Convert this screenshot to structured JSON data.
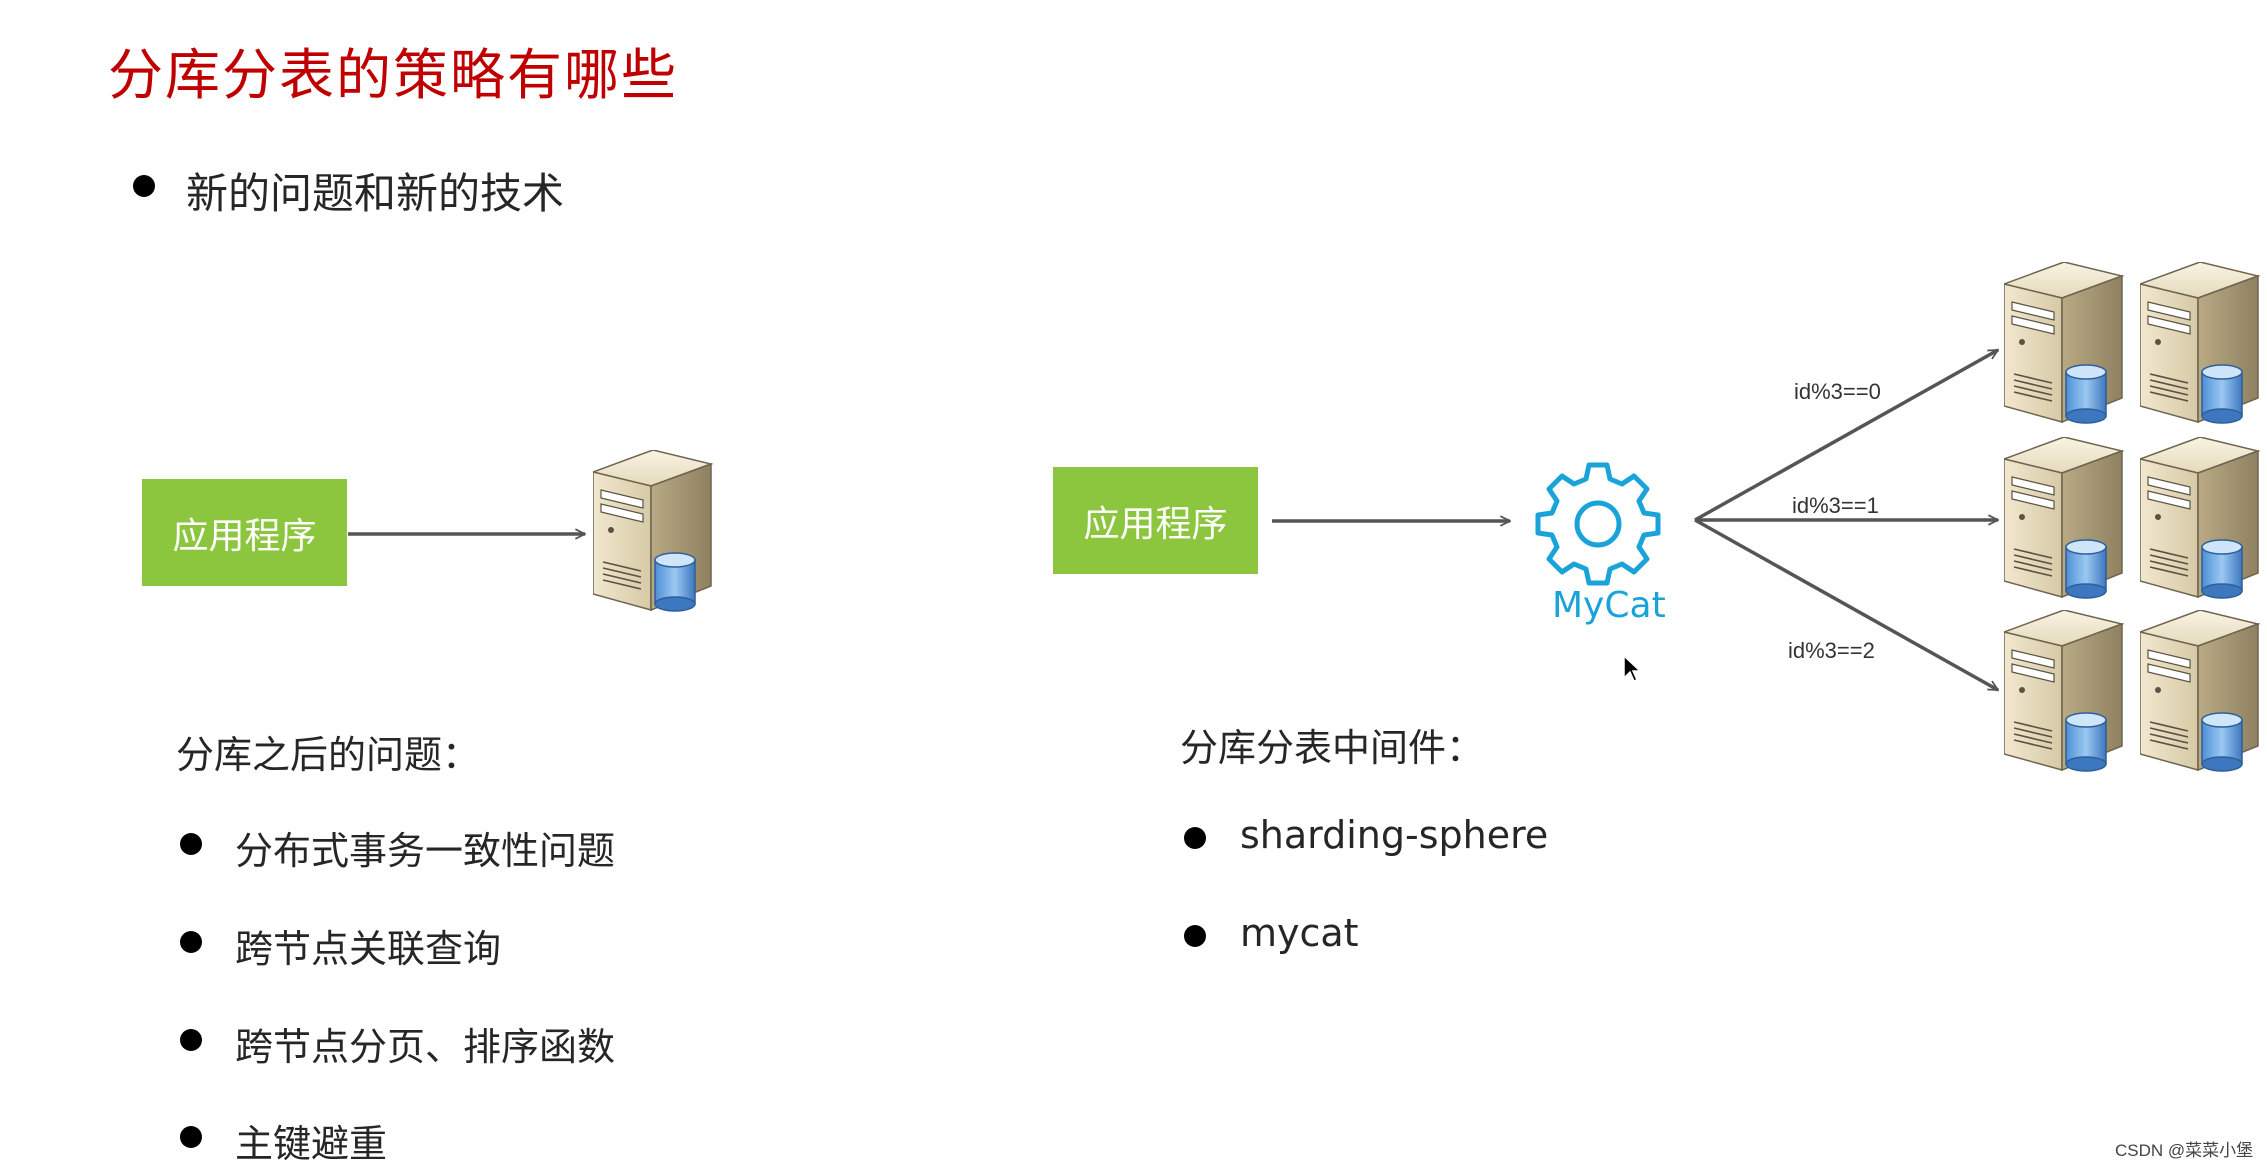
{
  "title": "分库分表的策略有哪些",
  "main_bullet": "新的问题和新的技术",
  "left": {
    "app_label": "应用程序",
    "heading": "分库之后的问题：",
    "items": [
      {
        "text": "分布式事务一致性问题"
      },
      {
        "text": "跨节点关联查询"
      },
      {
        "text": "跨节点分页、排序函数"
      },
      {
        "text": "主键避重"
      }
    ]
  },
  "right": {
    "app_label": "应用程序",
    "mycat_label": "MyCat",
    "routes": [
      {
        "label": "id%3==0"
      },
      {
        "label": "id%3==1"
      },
      {
        "label": "id%3==2"
      }
    ],
    "heading": "分库分表中间件：",
    "items": [
      {
        "text": "sharding-sphere"
      },
      {
        "text": "mycat"
      }
    ]
  },
  "watermark": "CSDN @菜菜小堡",
  "colors": {
    "title": "#c00000",
    "app_box": "#8cc63e",
    "mycat": "#1aa3d9",
    "arrow": "#555555"
  },
  "icons": {
    "server": "server-with-database-icon",
    "gear": "gear-icon",
    "cursor": "mouse-cursor-icon"
  }
}
